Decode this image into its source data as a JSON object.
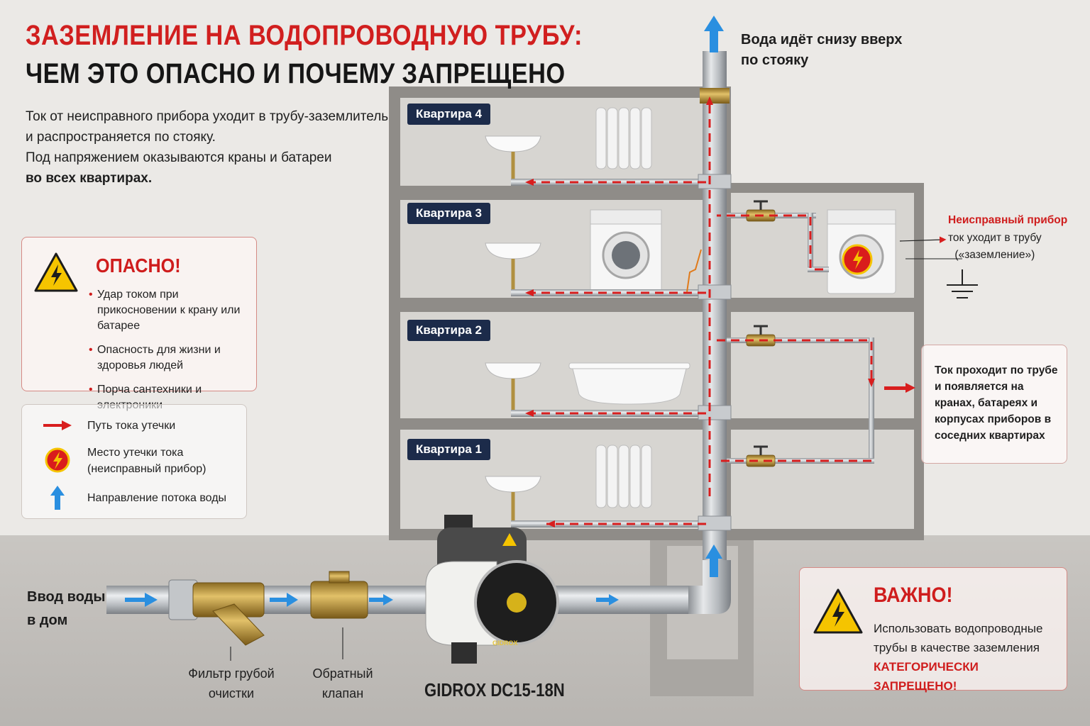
{
  "title": {
    "line1": "ЗАЗЕМЛЕНИЕ НА ВОДОПРОВОДНУЮ ТРУБУ:",
    "line2": "ЧЕМ ЭТО ОПАСНО И ПОЧЕМУ ЗАПРЕЩЕНО"
  },
  "intro": {
    "line1": "Ток от неисправного прибора уходит в трубу-заземлитель",
    "line2": "и распространяется по стояку.",
    "line3": "Под напряжением оказываются краны и батареи",
    "line4_bold": "во всех квартирах."
  },
  "danger": {
    "title": "ОПАСНО!",
    "items": [
      "Удар током при прикосновении к крану или батарее",
      "Опасность для жизни и здоровья людей",
      "Порча сантехники и электроники"
    ]
  },
  "legend": {
    "items": [
      {
        "icon": "red-arrow-icon",
        "label": "Путь тока утечки"
      },
      {
        "icon": "leak-point-icon",
        "label": "Место утечки тока (неисправный прибор)"
      },
      {
        "icon": "blue-arrow-up-icon",
        "label": "Направление потока воды"
      }
    ]
  },
  "apartments": [
    "Квартира 4",
    "Квартира 3",
    "Квартира 2",
    "Квартира 1"
  ],
  "riser_note": "Вода идёт снизу вверх по стояку",
  "faulty_device": {
    "title": "Неисправный прибор",
    "line1": "ток уходит в трубу",
    "line2": "(«заземление»)"
  },
  "info_box": {
    "text": "Ток проходит по трубе и появляется на кранах, батареях и корпусах приборов в соседних квартирах"
  },
  "important": {
    "title": "ВАЖНО!",
    "text": "Использовать водопроводные трубы в качестве заземления",
    "text_red": "КАТЕГОРИЧЕСКИ ЗАПРЕЩЕНО!"
  },
  "inlet": {
    "line1": "Ввод воды",
    "line2": "в дом"
  },
  "filter": {
    "line1": "Фильтр грубой",
    "line2": "очистки"
  },
  "check_valve": {
    "line1": "Обратный",
    "line2": "клапан"
  },
  "pump": {
    "name": "GIDROX DC15-18N",
    "brand": "GIDROX"
  },
  "colors": {
    "red": "#cf1d1d",
    "navy": "#1c2b4a",
    "blue": "#2a8fe0",
    "warning_yellow": "#f5c400"
  }
}
